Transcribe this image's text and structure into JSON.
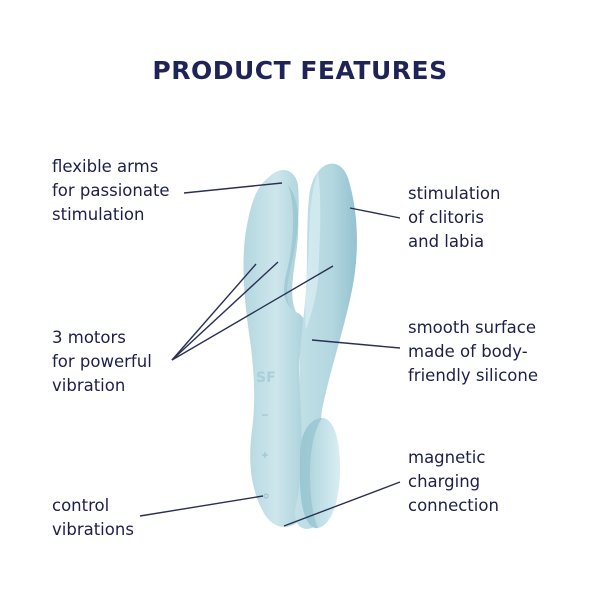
{
  "header": {
    "title": "PRODUCT FEATURES"
  },
  "colors": {
    "text": "#1c1f4a",
    "title": "#1f2458",
    "leader_line": "#2b2f55",
    "product_light": "#c9e3ea",
    "product_mid": "#a9d0da",
    "product_dark": "#8bbcc9",
    "background": "#ffffff"
  },
  "product": {
    "name-icon": "dual-arm-vibrator-illustration",
    "logo_mark": "SF"
  },
  "features": {
    "left": [
      {
        "id": "flexible-arms",
        "lines": [
          "flexible arms",
          "for passionate",
          "stimulation"
        ]
      },
      {
        "id": "motors",
        "lines": [
          "3 motors",
          "for powerful",
          "vibration"
        ]
      },
      {
        "id": "control",
        "lines": [
          "control",
          "vibrations"
        ]
      }
    ],
    "right": [
      {
        "id": "stimulation",
        "lines": [
          "stimulation",
          "of clitoris",
          "and labia"
        ]
      },
      {
        "id": "surface",
        "lines": [
          "smooth surface",
          "made of body-",
          "friendly silicone"
        ]
      },
      {
        "id": "charging",
        "lines": [
          "magnetic",
          "charging",
          "connection"
        ]
      }
    ]
  }
}
